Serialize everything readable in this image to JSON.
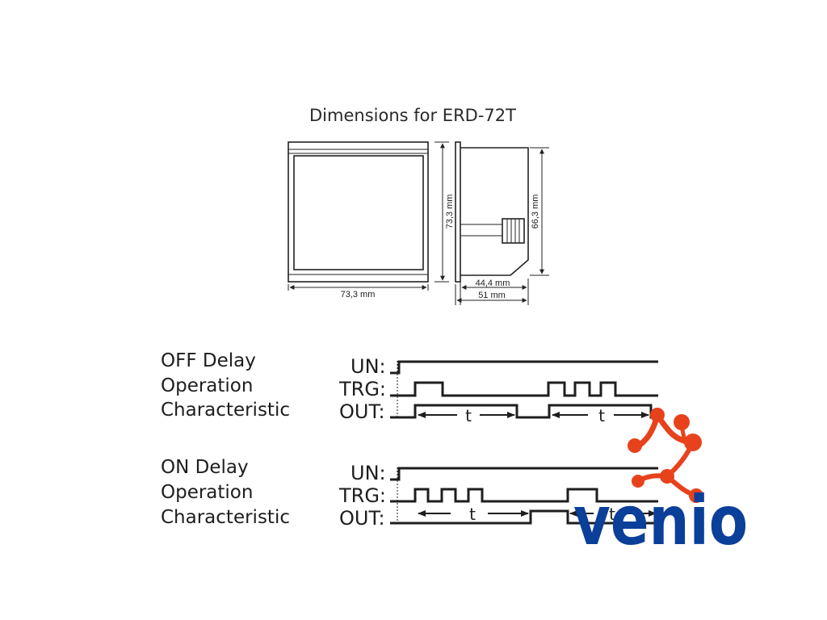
{
  "dimensions": {
    "title": "Dimensions for ERD-72T",
    "width_front": "73,3 mm",
    "height_front": "73,3 mm",
    "height_back": "66,3 mm",
    "depth_body": "44,4 mm",
    "depth_total": "51 mm"
  },
  "off_delay": {
    "title_lines": [
      "OFF Delay",
      "Operation",
      "Characteristic"
    ],
    "signals": [
      "UN:",
      "TRG:",
      "OUT:"
    ],
    "time_labels": [
      "t",
      "t"
    ]
  },
  "on_delay": {
    "title_lines": [
      "ON Delay",
      "Operation",
      "Characteristic"
    ],
    "signals": [
      "UN:",
      "TRG:",
      "OUT:"
    ],
    "time_labels": [
      "t",
      "t"
    ]
  },
  "logo": {
    "text": "venio",
    "colors": {
      "text": "#0a3f9a",
      "mark": "#e8421c"
    }
  }
}
